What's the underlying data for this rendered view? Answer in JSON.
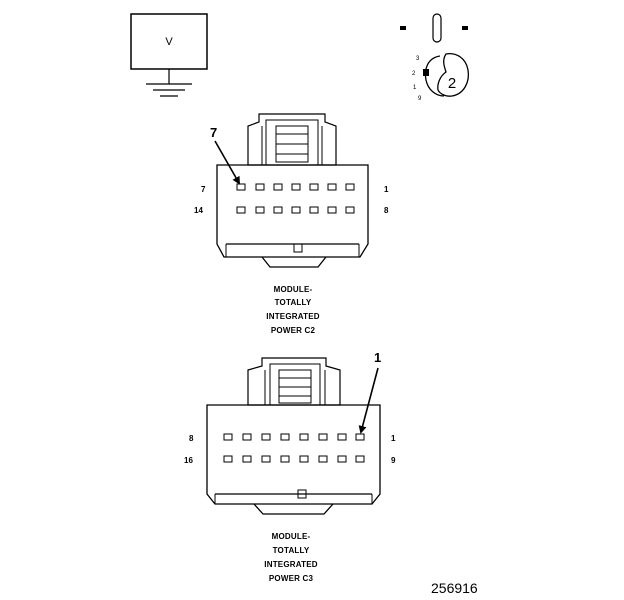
{
  "meter": {
    "symbol": "V"
  },
  "probe": {
    "pin_labels": [
      "3",
      "2",
      "1",
      "9"
    ],
    "terminal_number": "2"
  },
  "connector_c2": {
    "callout": "7",
    "pin_top_left": "7",
    "pin_top_right": "1",
    "pin_bottom_left": "14",
    "pin_bottom_right": "8",
    "caption_lines": [
      "MODULE-",
      "TOTALLY",
      "INTEGRATED",
      "POWER C2"
    ]
  },
  "connector_c3": {
    "callout": "1",
    "pin_top_left": "8",
    "pin_top_right": "1",
    "pin_bottom_left": "16",
    "pin_bottom_right": "9",
    "caption_lines": [
      "MODULE-",
      "TOTALLY",
      "INTEGRATED",
      "POWER C3"
    ]
  },
  "figure_number": "256916"
}
